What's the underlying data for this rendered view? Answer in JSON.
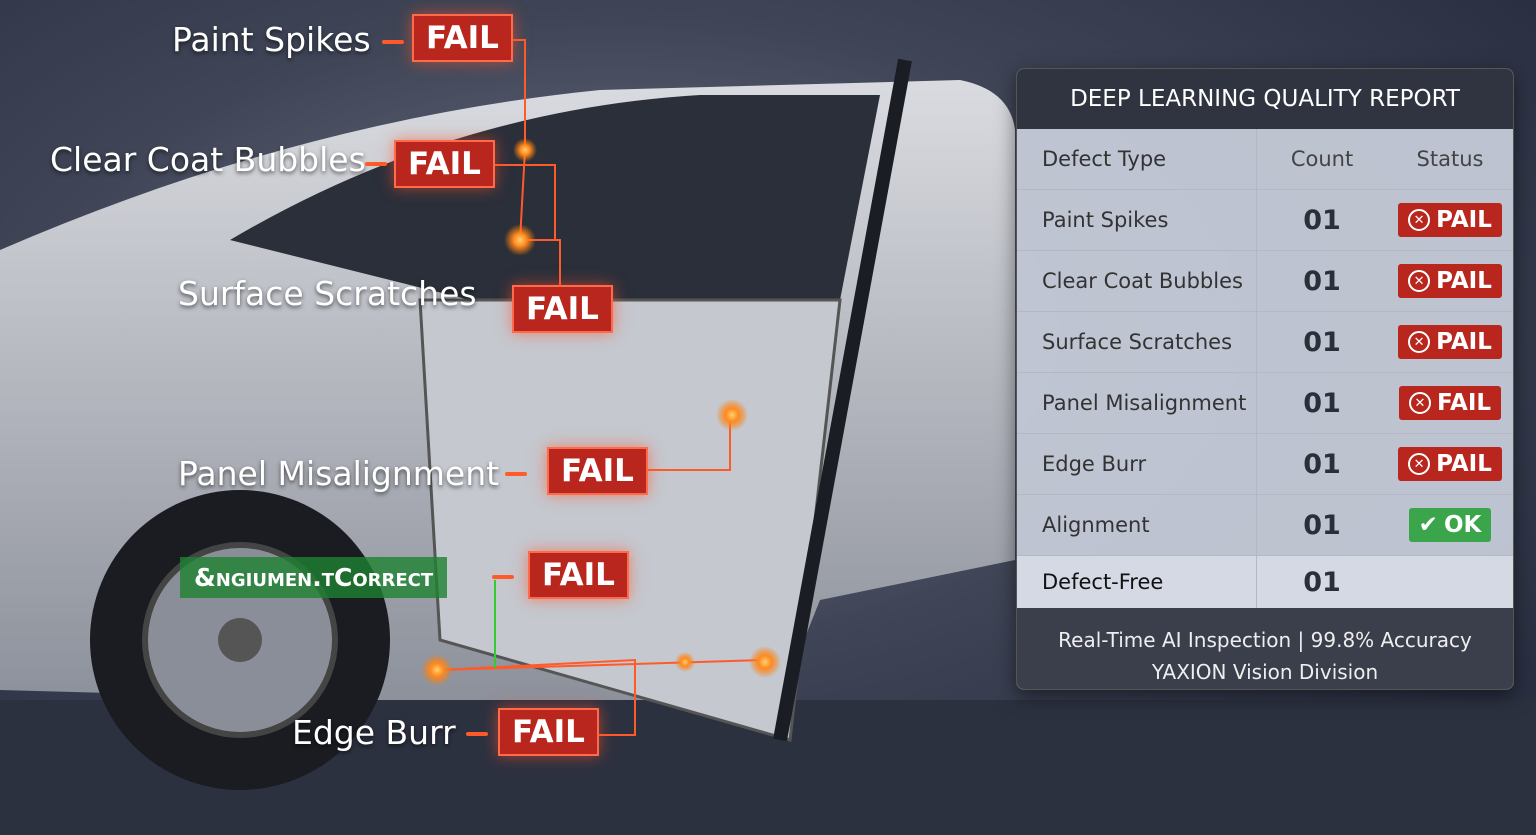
{
  "callouts": [
    {
      "label": "Paint Spikes",
      "status": "FAIL"
    },
    {
      "label": "Clear Coat Bubbles",
      "status": "FAIL"
    },
    {
      "label": "Surface Scratches",
      "status": "FAIL"
    },
    {
      "label": "Panel Misalignment",
      "status": "FAIL"
    },
    {
      "label": "&ngiumen.tCorrect",
      "status": "FAIL"
    },
    {
      "label": "Edge Burr",
      "status": "FAIL"
    }
  ],
  "report": {
    "title": "DEEP LEARNING QUALITY REPORT",
    "headers": [
      "Defect Type",
      "Count",
      "Status"
    ],
    "rows": [
      {
        "type": "Paint Spikes",
        "count": "01",
        "status": "PAIL"
      },
      {
        "type": "Clear Coat Bubbles",
        "count": "01",
        "status": "PAIL"
      },
      {
        "type": "Surface Scratches",
        "count": "01",
        "status": "PAIL"
      },
      {
        "type": "Panel Misalignment",
        "count": "01",
        "status": "FAIL"
      },
      {
        "type": "Edge Burr",
        "count": "01",
        "status": "PAIL"
      },
      {
        "type": "Alignment",
        "count": "01",
        "status": "OK"
      },
      {
        "type": "Defect-Free",
        "count": "01",
        "status": ""
      }
    ],
    "footer_line1": "Real-Time AI Inspection | 99.8% Accuracy",
    "footer_line2": "YAXION Vision Division"
  },
  "colors": {
    "fail": "#b8261e",
    "ok": "#3aa54a",
    "accent": "#ff5a2a"
  }
}
